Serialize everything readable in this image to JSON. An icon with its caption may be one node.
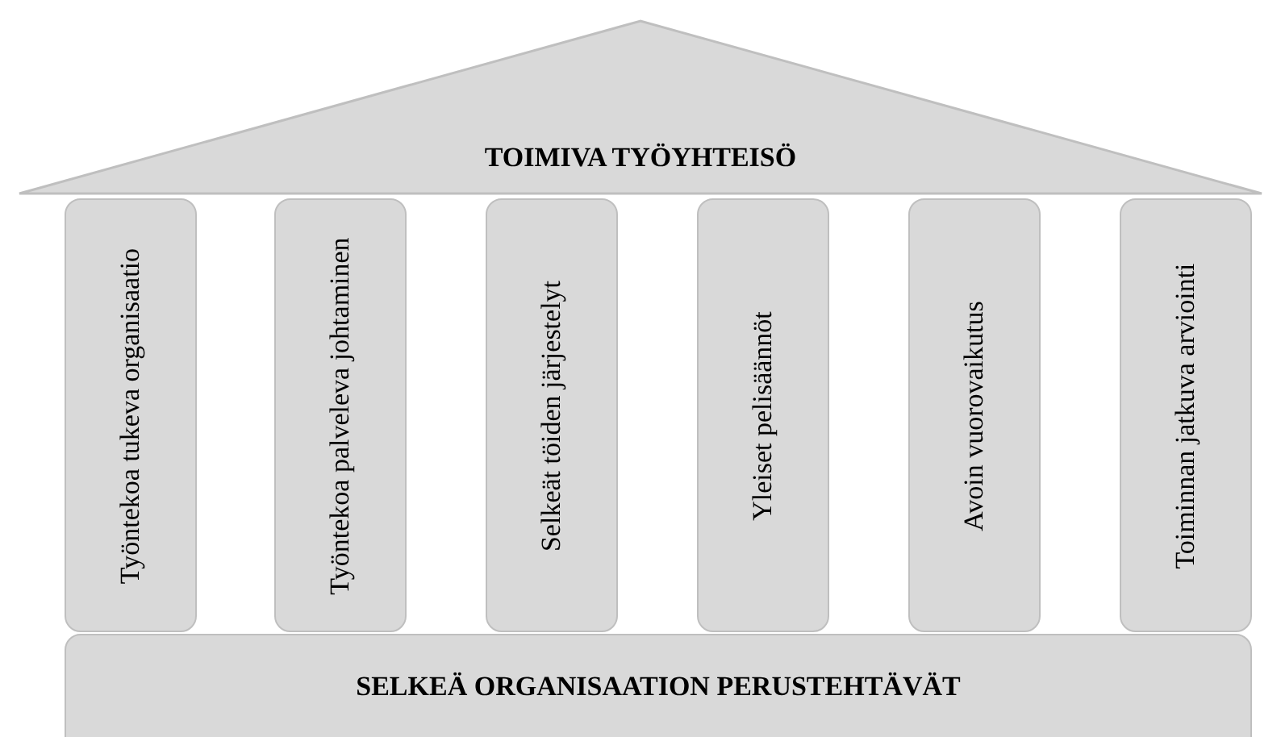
{
  "diagram": {
    "nodes": [
      {
        "text": [
          "TOIMIVA TYÖYHTEISÖ"
        ]
      },
      {
        "text": [
          "Työntekoa tukeva organisaatio"
        ]
      },
      {
        "text": [
          "Työntekoa palveleva johtaminen"
        ]
      },
      {
        "text": [
          "Selkeät töiden järjestelyt"
        ]
      },
      {
        "text": [
          "Yleiset pelisäännöt"
        ]
      },
      {
        "text": [
          "Avoin vuorovaikutus"
        ]
      },
      {
        "text": [
          "Toiminnan jatkuva arviointi"
        ]
      },
      {
        "text": [
          "SELKEÄ ORGANISAATION PERUSTEHTÄVÄT"
        ]
      }
    ]
  }
}
